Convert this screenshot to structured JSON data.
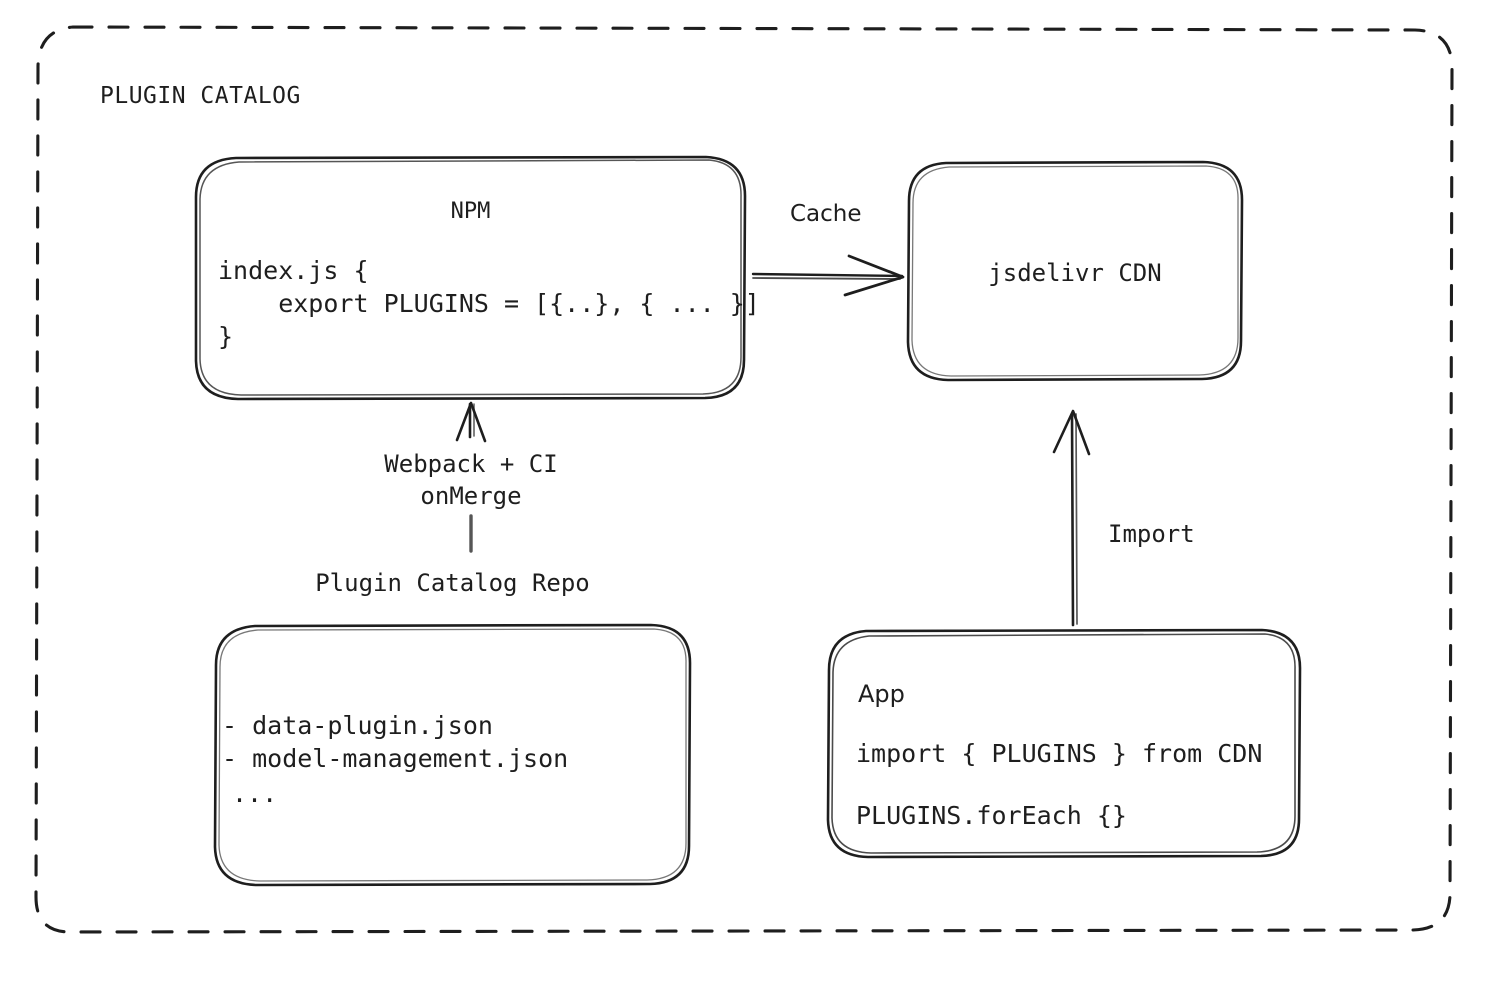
{
  "diagram": {
    "group_title": "PLUGIN CATALOG",
    "boxes": {
      "npm": {
        "title": "NPM",
        "code_line_1": "index.js {",
        "code_line_2": "    export PLUGINS = [{..}, { ... }]",
        "code_line_3": "}"
      },
      "cdn": {
        "title": "jsdelivr CDN"
      },
      "repo": {
        "caption": "Plugin Catalog Repo",
        "item_1": "- data-plugin.json",
        "item_2": "- model-management.json",
        "item_3": "..."
      },
      "app": {
        "title": "App",
        "code_line_1": "import { PLUGINS } from CDN",
        "code_line_2": "PLUGINS.forEach {}"
      }
    },
    "edges": {
      "cache": "Cache",
      "build_line_1": "Webpack + CI",
      "build_line_2": "onMerge",
      "import": "Import"
    },
    "colors": {
      "stroke": "#1e1e1e",
      "text": "#1e1e1e",
      "background": "#ffffff"
    }
  }
}
